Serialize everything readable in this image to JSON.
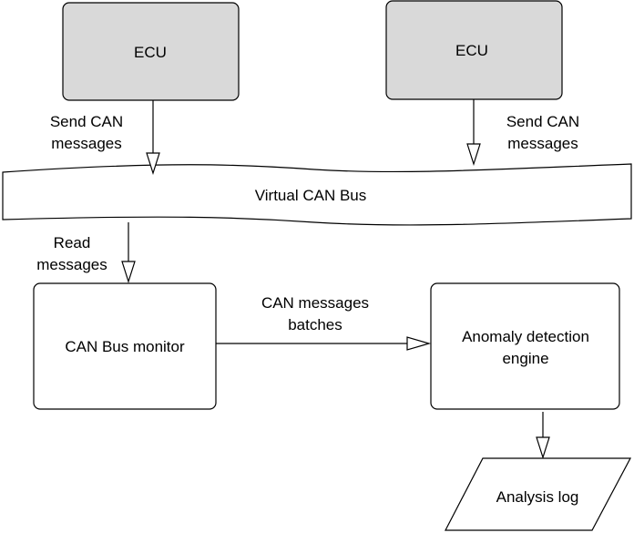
{
  "nodes": {
    "ecu_left": {
      "label": "ECU",
      "fill": "#d9d9d9"
    },
    "ecu_right": {
      "label": "ECU",
      "fill": "#d9d9d9"
    },
    "bus": {
      "label": "Virtual CAN Bus"
    },
    "monitor": {
      "label": "CAN Bus monitor"
    },
    "engine": {
      "label_line1": "Anomaly detection",
      "label_line2": "engine"
    },
    "log": {
      "label": "Analysis log"
    }
  },
  "edges": {
    "ecu_left_to_bus": {
      "line1": "Send CAN",
      "line2": "messages"
    },
    "ecu_right_to_bus": {
      "line1": "Send CAN",
      "line2": "messages"
    },
    "bus_to_monitor": {
      "line1": "Read",
      "line2": "messages"
    },
    "monitor_to_engine": {
      "line1": "CAN messages",
      "line2": "batches"
    },
    "engine_to_log": {}
  },
  "colors": {
    "stroke": "#000000",
    "box_fill": "#ffffff",
    "ecu_fill": "#d9d9d9"
  }
}
